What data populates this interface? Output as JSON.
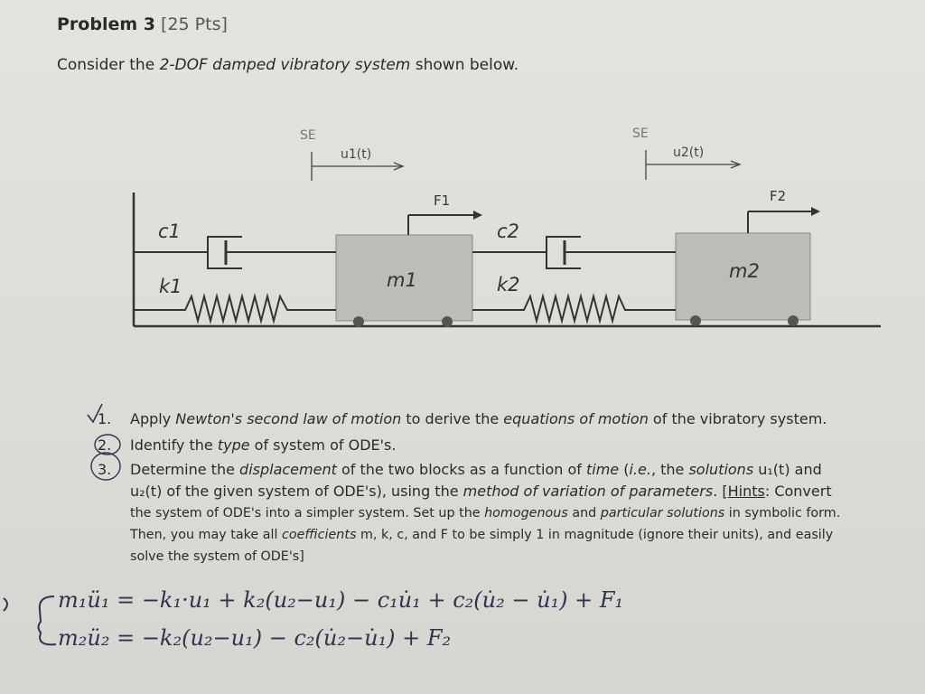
{
  "header": {
    "problem": "Problem 3",
    "points": "[25 Pts]"
  },
  "intro": {
    "prefix": "Consider the ",
    "italic": "2-DOF damped vibratory system",
    "suffix": " shown below."
  },
  "diagram": {
    "se_left": "SE",
    "se_right": "SE",
    "disp1": "u1(t)",
    "disp2": "u2(t)",
    "c1": "c1",
    "k1": "k1",
    "c2": "c2",
    "k2": "k2",
    "m1": "m1",
    "m2": "m2",
    "f1": "F1",
    "f2": "F2"
  },
  "questions": [
    {
      "number": "1.",
      "t1": "Apply ",
      "i1": "Newton's second law of motion",
      "t2": " to derive the ",
      "i2": "equations of motion",
      "t3": " of the vibratory system."
    },
    {
      "number": "2.",
      "t1": "Identify the ",
      "i1": "type",
      "t2": " of system of ODE's."
    },
    {
      "number": "3.",
      "l1a": "Determine the ",
      "l1b": "displacement",
      "l1c": " of the two blocks as a function of ",
      "l1d": "time",
      "l1e": " (",
      "l1f": "i.e.",
      "l1g": ", the ",
      "l1h": "solutions",
      "l1i": " u₁(t) and",
      "l2a": "u₂(t) of the given system of ODE's), using the ",
      "l2b": "method of variation of parameters",
      "l2c": ". [",
      "l2d": "Hints",
      "l2e": ": Convert",
      "l3a": "the system of ODE's into a simpler system. Set up the ",
      "l3b": "homogenous",
      "l3c": " and ",
      "l3d": "particular solutions",
      "l3e": " in symbolic form.",
      "l4a": "Then, you may take all ",
      "l4b": "coefficients",
      "l4c": " m, k, c, and F to be simply 1 in magnitude (ignore their units), and easily",
      "l5": "solve the system of ODE's]"
    }
  ],
  "handwriting": {
    "eq1": "m₁ü₁ = −k₁·u₁ + k₂(u₂−u₁) − c₁u̇₁ + c₂(u̇₂ − u̇₁) + F₁",
    "eq2": "m₂ü₂ = −k₂(u₂−u₁) − c₂(u̇₂−u̇₁) + F₂"
  },
  "colors": {
    "block_fill": "#bdbcb8",
    "ink": "#2a2a2a",
    "pen": "#2c3550"
  }
}
